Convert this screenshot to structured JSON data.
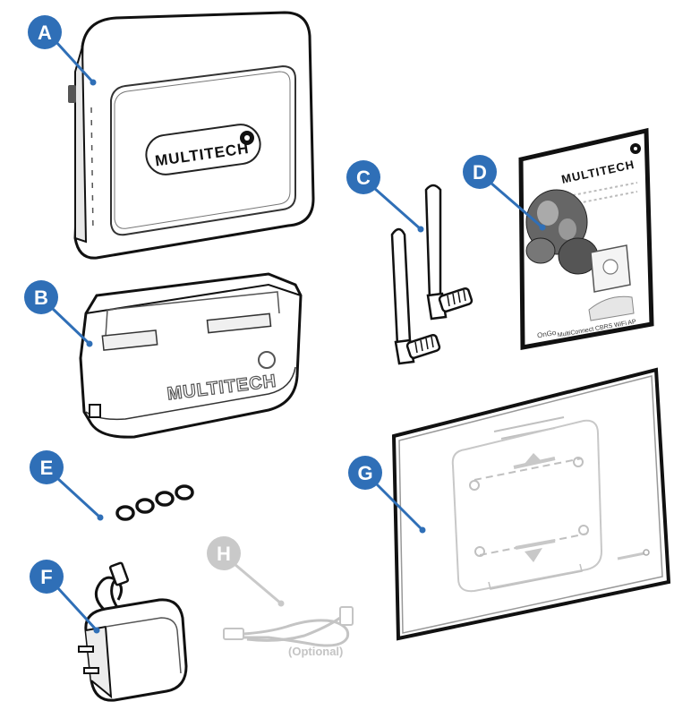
{
  "callouts": [
    {
      "letter": "A"
    },
    {
      "letter": "B"
    },
    {
      "letter": "C"
    },
    {
      "letter": "D"
    },
    {
      "letter": "E"
    },
    {
      "letter": "F"
    },
    {
      "letter": "G"
    },
    {
      "letter": "H"
    }
  ],
  "items": {
    "router": {
      "brand": "MULTITECH"
    },
    "cover": {
      "brand": "MULTITECH"
    },
    "guide": {
      "brand": "MULTITECH",
      "footer_logo": "OnGo",
      "footer_text": "MultiConnect CBRS WiFi AP"
    },
    "cable": {
      "note": "(Optional)"
    }
  },
  "colors": {
    "callout_blue": "#2f6fb7",
    "callout_gray": "#c9c9c9",
    "outline": "#111111",
    "muted": "#bdbdbd"
  }
}
